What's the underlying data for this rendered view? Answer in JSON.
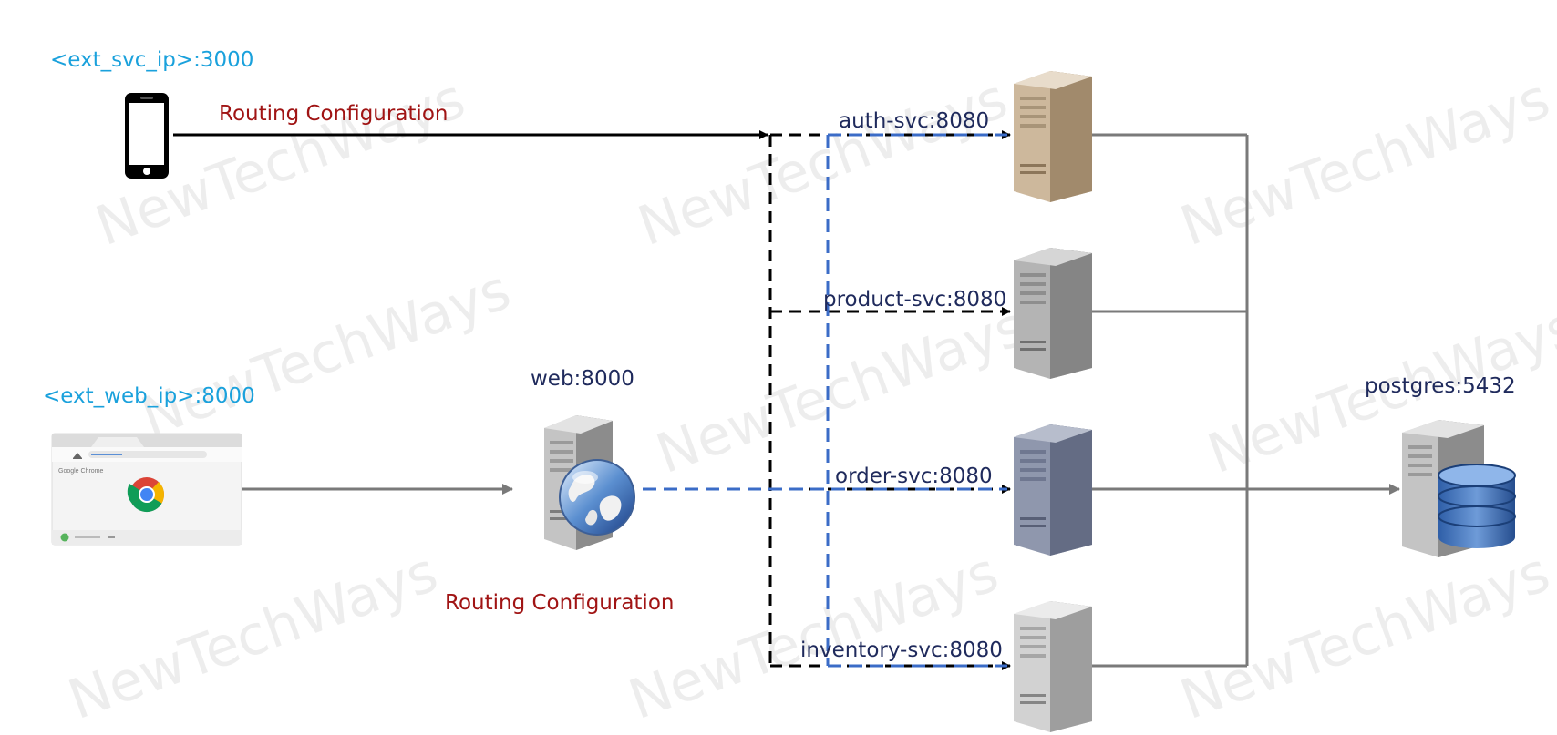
{
  "labels": {
    "ext_svc_ip": "<ext_svc_ip>:3000",
    "ext_web_ip": "<ext_web_ip>:8000",
    "routing_top": "Routing Configuration",
    "routing_bottom": "Routing Configuration",
    "web": "web:8000",
    "auth": "auth-svc:8080",
    "product": "product-svc:8080",
    "order": "order-svc:8080",
    "inventory": "inventory-svc:8080",
    "postgres": "postgres:5432"
  },
  "watermark": "NewTechWays",
  "browser": {
    "brand": "Google Chrome"
  },
  "colors": {
    "ext_label": "#1aa1dc",
    "svc_label": "#1f2a5c",
    "routing_label": "#a01414",
    "dashed_blue": "#3b6cc7",
    "server_auth": "#cdb89c",
    "server_product": "#b4b4b4",
    "server_order": "#8f97ad",
    "server_inventory": "#d2d2d2"
  }
}
